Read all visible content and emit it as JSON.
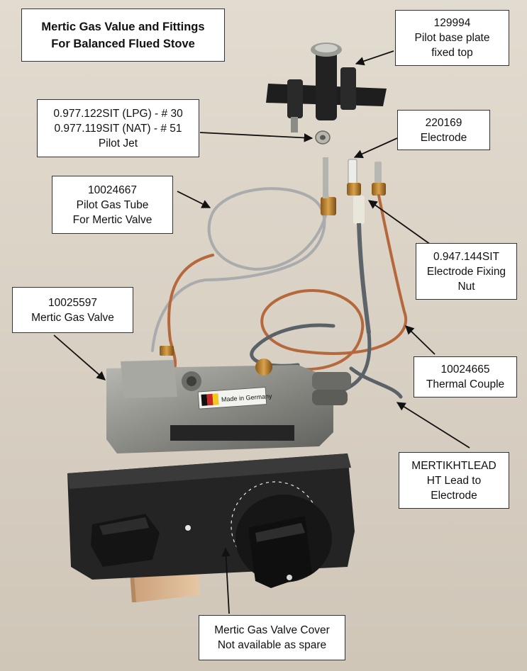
{
  "title": {
    "line1": "Mertic Gas Value and Fittings",
    "line2": "For Balanced Flued Stove"
  },
  "callouts": {
    "pilot_base_plate": {
      "code": "129994",
      "line2": "Pilot base plate",
      "line3": "fixed top"
    },
    "pilot_jet": {
      "line1": "0.977.122SIT (LPG) - # 30",
      "line2": "0.977.119SIT (NAT) - # 51",
      "line3": "Pilot Jet"
    },
    "electrode": {
      "code": "220169",
      "line2": "Electrode"
    },
    "pilot_gas_tube": {
      "code": "10024667",
      "line2": "Pilot Gas Tube",
      "line3": "For Mertic Valve"
    },
    "electrode_fixing_nut": {
      "code": "0.947.144SIT",
      "line2": "Electrode Fixing",
      "line3": "Nut"
    },
    "gas_valve": {
      "code": "10025597",
      "line2": "Mertic Gas Valve"
    },
    "thermal_couple": {
      "code": "10024665",
      "line2": "Thermal Couple"
    },
    "ht_lead": {
      "code": "MERTIKHTLEAD",
      "line2": "HT Lead to",
      "line3": "Electrode"
    },
    "valve_cover": {
      "line1": "Mertic Gas Valve Cover",
      "line2": "Not available as spare"
    }
  },
  "photo_text": {
    "made_in": "Made in Germany"
  },
  "colors": {
    "background": "#ddd6c9",
    "copper": "#b5683c",
    "steel": "#a9abad",
    "valve_body": "#8f8f8a",
    "knob_black": "#1b1b1b",
    "wood": "#d9b58f"
  }
}
